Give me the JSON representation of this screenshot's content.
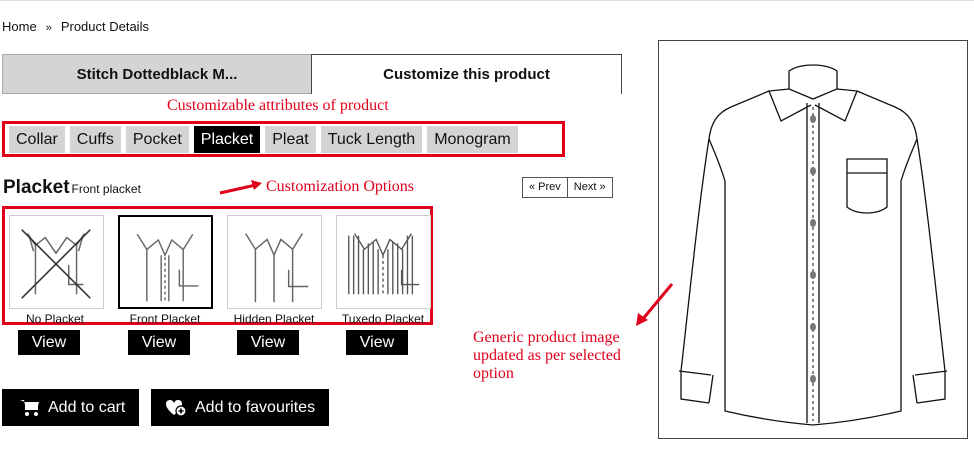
{
  "breadcrumb": {
    "home": "Home",
    "separator": "»",
    "current": "Product Details"
  },
  "tabs": {
    "product_tab": "Stitch Dottedblack M...",
    "customize_tab": "Customize this product"
  },
  "annotations": {
    "attributes_note": "Customizable attributes of product",
    "options_note": "Customization Options",
    "image_note_1": "Generic product image",
    "image_note_2": "updated as per selected",
    "image_note_3": "option",
    "color": "#e0001b"
  },
  "attributes": [
    "Collar",
    "Cuffs",
    "Pocket",
    "Placket",
    "Pleat",
    "Tuck Length",
    "Monogram"
  ],
  "selected_attribute": "Placket",
  "placket": {
    "title": "Placket",
    "selected_option": "Front placket"
  },
  "pager": {
    "prev": "« Prev",
    "next": "Next »"
  },
  "options": [
    {
      "label": "No Placket",
      "view": "View"
    },
    {
      "label": "Front Placket",
      "view": "View"
    },
    {
      "label": "Hidden Placket",
      "view": "View"
    },
    {
      "label": "Tuxedo Placket",
      "view": "View"
    }
  ],
  "actions": {
    "add_to_cart": "Add to cart",
    "add_to_favourites": "Add to favourites"
  },
  "icons": {
    "cart": "cart-icon",
    "favourite": "heart-plus-icon"
  }
}
